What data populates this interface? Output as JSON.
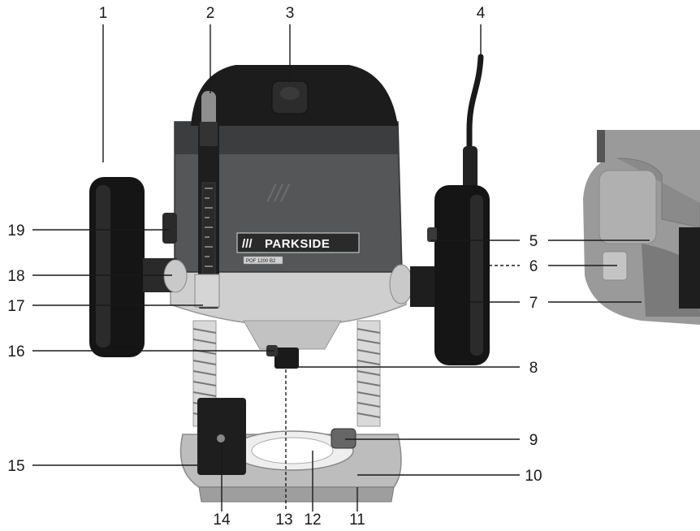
{
  "brand": "PARKSIDE",
  "brand_slashes": "///",
  "housing_slashes": "///",
  "model": "POF 1200 B2",
  "callouts": [
    "1",
    "2",
    "3",
    "4",
    "5",
    "6",
    "7",
    "8",
    "9",
    "10",
    "11",
    "12",
    "13",
    "14",
    "15",
    "16",
    "17",
    "18",
    "19"
  ],
  "colors": {
    "housing": "#555759",
    "housing_dark": "#3a3b3c",
    "motor_cap": "#1e1e1e",
    "base": "#c8c8c8",
    "grip": "#151515",
    "label_bg": "#2a2a2a"
  }
}
